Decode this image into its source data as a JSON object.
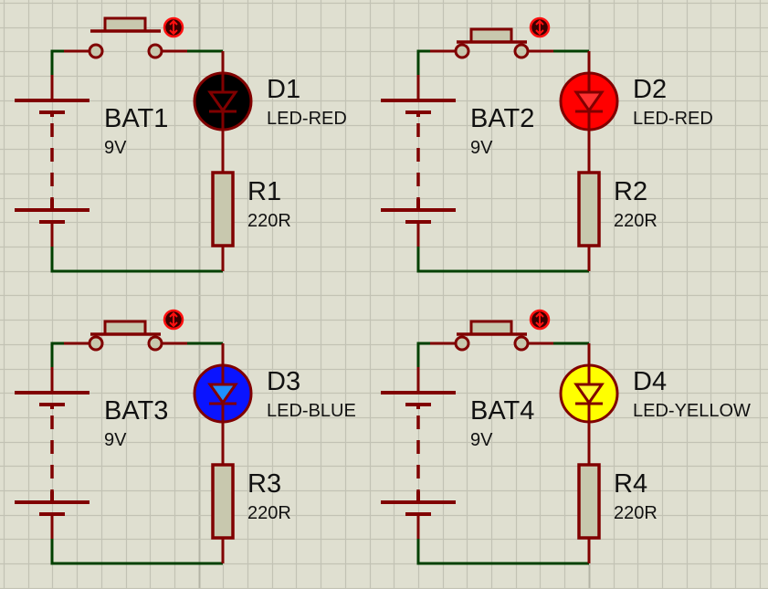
{
  "colors": {
    "background": "#dfdfd0",
    "grid_minor": "#c2c2b4",
    "grid_major": "#b4b4a6",
    "component": "#800000",
    "wire_connected": "#004000",
    "component_fill": "#c8c8ae",
    "control_icon_fill": "#3a0000",
    "control_icon_ring": "#ff1010",
    "text": "#111111"
  },
  "circuits": [
    {
      "id": 1,
      "battery": {
        "ref": "BAT1",
        "value": "9V"
      },
      "switch": {
        "state": "open",
        "control_icon": "up-down-arrows-icon"
      },
      "led": {
        "ref": "D1",
        "type": "LED-RED",
        "lit": false,
        "body_color": "#000000",
        "diode_color": "#000000"
      },
      "resistor": {
        "ref": "R1",
        "value": "220R"
      }
    },
    {
      "id": 2,
      "battery": {
        "ref": "BAT2",
        "value": "9V"
      },
      "switch": {
        "state": "closed",
        "control_icon": "up-down-arrows-icon"
      },
      "led": {
        "ref": "D2",
        "type": "LED-RED",
        "lit": true,
        "body_color": "#ff0000",
        "diode_color": "#ff3030"
      },
      "resistor": {
        "ref": "R2",
        "value": "220R"
      }
    },
    {
      "id": 3,
      "battery": {
        "ref": "BAT3",
        "value": "9V"
      },
      "switch": {
        "state": "closed",
        "control_icon": "up-down-arrows-icon"
      },
      "led": {
        "ref": "D3",
        "type": "LED-BLUE",
        "lit": true,
        "body_color": "#0a14ff",
        "diode_color": "#1e90ff"
      },
      "resistor": {
        "ref": "R3",
        "value": "220R"
      }
    },
    {
      "id": 4,
      "battery": {
        "ref": "BAT4",
        "value": "9V"
      },
      "switch": {
        "state": "closed",
        "control_icon": "up-down-arrows-icon"
      },
      "led": {
        "ref": "D4",
        "type": "LED-YELLOW",
        "lit": true,
        "body_color": "#ffff00",
        "diode_color": "#ffff30"
      },
      "resistor": {
        "ref": "R4",
        "value": "220R"
      }
    }
  ]
}
